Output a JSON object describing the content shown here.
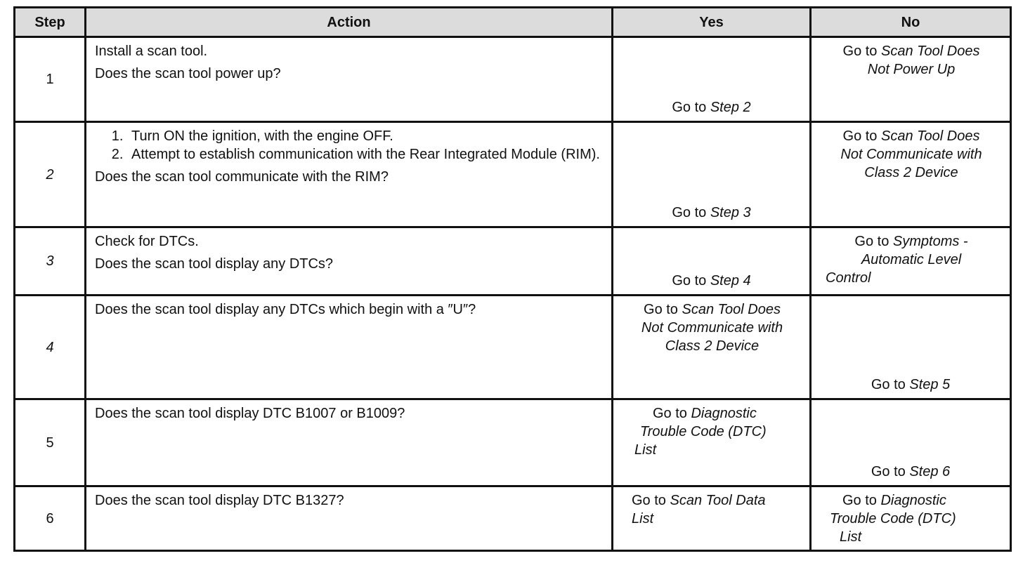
{
  "headers": {
    "step": "Step",
    "action": "Action",
    "yes": "Yes",
    "no": "No"
  },
  "go_to": "Go to",
  "rows": [
    {
      "step": "1",
      "action": [
        "Install a scan tool.",
        "Does the scan tool power up?"
      ],
      "yes": {
        "target": "Step 2"
      },
      "no": {
        "line1_target": "Scan Tool Does",
        "line2": "Not Power Up"
      }
    },
    {
      "step": "2",
      "action_steps": [
        "Turn ON the ignition, with the engine OFF.",
        "Attempt to establish communication with the Rear Integrated Module (RIM)."
      ],
      "question": "Does the scan tool communicate with the RIM?",
      "yes": {
        "target": "Step 3"
      },
      "no": {
        "line1_target": "Scan Tool Does",
        "line2": "Not Communicate with",
        "line3": "Class 2 Device"
      }
    },
    {
      "step": "3",
      "action": [
        "Check for DTCs.",
        "Does the scan tool display any DTCs?"
      ],
      "yes": {
        "target": "Step 4"
      },
      "no": {
        "line1_target": "Symptoms -",
        "line2": "Automatic Level",
        "line3": "Control"
      }
    },
    {
      "step": "4",
      "question": "Does the scan tool display any DTCs which begin with a ″U″?",
      "yes": {
        "line1_target": "Scan Tool Does",
        "line2": "Not Communicate with",
        "line3": "Class 2 Device"
      },
      "no": {
        "target": "Step 5"
      }
    },
    {
      "step": "5",
      "question": "Does the scan tool display DTC B1007 or B1009?",
      "yes": {
        "line1_target": "Diagnostic",
        "line2": "Trouble Code (DTC)",
        "line3": "List"
      },
      "no": {
        "target": "Step 6"
      }
    },
    {
      "step": "6",
      "question": "Does the scan tool display DTC B1327?",
      "yes": {
        "line1_target": "Scan Tool Data",
        "line2": "List"
      },
      "no": {
        "line1_target": "Diagnostic",
        "line2": "Trouble Code (DTC)",
        "line3": "List"
      }
    }
  ]
}
